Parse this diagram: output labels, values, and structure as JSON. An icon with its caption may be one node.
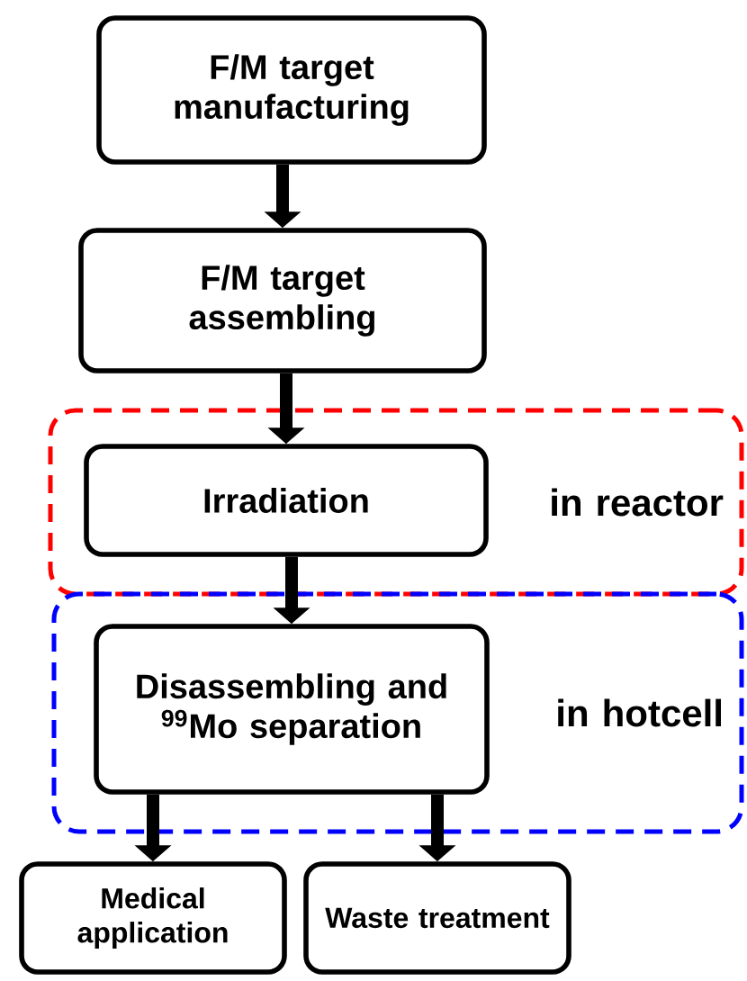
{
  "diagram": {
    "nodes": [
      {
        "text": [
          "F/M target manufacturing"
        ]
      },
      {
        "text": [
          "F/M target assembling"
        ]
      },
      {
        "text": [
          "in reactor"
        ]
      },
      {
        "text": [
          "Irradiation"
        ],
        "in": 2
      },
      {
        "text": [
          "in hotcell"
        ]
      },
      {
        "text": [
          "Disassembling and $^{99}$Mo separation"
        ],
        "in": 4
      },
      {
        "text": [
          "Medical application"
        ]
      },
      {
        "text": [
          "Waste treatment"
        ]
      }
    ],
    "edges": [
      {
        "from": 0,
        "to": 1,
        "arrow": "to"
      },
      {
        "from": 1,
        "to": 3,
        "arrow": "to"
      },
      {
        "from": 3,
        "to": 5,
        "arrow": "to"
      },
      {
        "from": 5,
        "to": 6,
        "arrow": "to"
      },
      {
        "from": 5,
        "to": 7,
        "arrow": "to"
      }
    ]
  }
}
